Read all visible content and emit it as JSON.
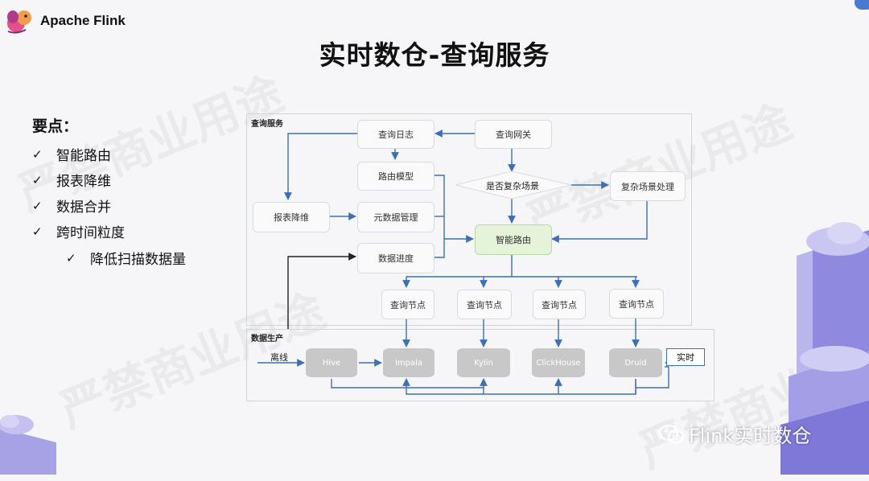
{
  "brand": {
    "name": "Apache Flink",
    "icon": "flink-squirrel-logo"
  },
  "slide": {
    "title": "实时数仓-查询服务"
  },
  "watermark": "严禁商业用途",
  "points": {
    "heading": "要点：",
    "check_glyph": "✓",
    "items": [
      "智能路由",
      "报表降维",
      "数据合并",
      "跨时间粒度"
    ],
    "sub_items": [
      "降低扫描数据量"
    ]
  },
  "diagram": {
    "query_region_label": "查询服务",
    "production_region_label": "数据生产",
    "nodes": {
      "query_log": "查询日志",
      "query_gateway": "查询网关",
      "route_model": "路由模型",
      "is_complex": "是否复杂场景",
      "complex_handling": "复杂场景处理",
      "report_reduce": "报表降维",
      "metadata_mgmt": "元数据管理",
      "smart_routing": "智能路由",
      "data_progress": "数据进度",
      "query_nodes": [
        "查询节点",
        "查询节点",
        "查询节点",
        "查询节点"
      ]
    },
    "offline_label": "离线",
    "realtime_label": "实时",
    "stores": [
      "Hive",
      "Impala",
      "Kylin",
      "ClickHouse",
      "Druid"
    ]
  },
  "colors": {
    "arrow": "#3c6fb6",
    "node_border": "#d6dbe2",
    "routing_fill": "#e5f3d9",
    "store_fill": "#c8c8c8"
  },
  "footer": {
    "badge": "Flink实时数仓",
    "icon": "wechat-icon"
  }
}
